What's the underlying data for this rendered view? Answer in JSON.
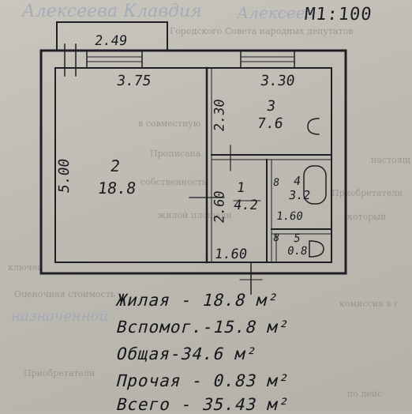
{
  "scale": "M1:100",
  "rooms": [
    {
      "number": "2",
      "area": "18.8"
    },
    {
      "number": "3",
      "area": "7.6"
    },
    {
      "number": "1",
      "area": "4.2"
    },
    {
      "number": "4",
      "area": "3.2"
    },
    {
      "number": "5",
      "area": "0.8"
    }
  ],
  "dimensions": {
    "balcony_width": "2.49",
    "room2_width": "3.75",
    "room3_width": "3.30",
    "room3_depth": "2.30",
    "room2_depth": "5.00",
    "hall_depth": "2.60",
    "hall_width": "1.60",
    "bath_width": "1.60",
    "bath_side_a": "8",
    "bath_side_b": "8"
  },
  "legend": [
    {
      "label": "Жилая",
      "value": "18.8 м²"
    },
    {
      "label": "Вспомог.",
      "value": "15.8 м²"
    },
    {
      "label": "Общая",
      "value": "34.6 м²"
    },
    {
      "label": "Прочая",
      "value": "0.83 м²"
    },
    {
      "label": "Всего",
      "value": "35.43 м²"
    }
  ],
  "background_text": [
    "Городского Совета народных депутатов",
    "в совместную",
    "Прописана",
    "настоящ",
    "собственность",
    "Приобретатели",
    "жилой площади",
    "который",
    "ключей",
    "Оценочная стоимость",
    "комиссия в г.",
    "Приобретатели",
    "по дейс"
  ],
  "handwriting": [
    "Алексеева Клавдия",
    "Алексеев",
    "назначенной"
  ]
}
